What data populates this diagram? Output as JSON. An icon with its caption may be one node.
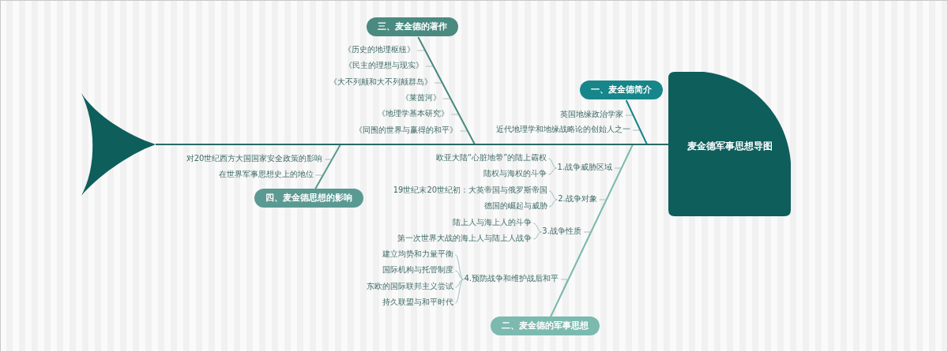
{
  "diagram": {
    "nodes": [
      {
        "text": [
          "麦金德军事思想导图"
        ]
      },
      {
        "text": [
          "一、麦金德简介"
        ]
      },
      {
        "text": [
          "英国地缘政治学家"
        ]
      },
      {
        "text": [
          "近代地理学和地缘战略论的创始人之一"
        ]
      },
      {
        "text": [
          "二、麦金德的军事思想"
        ]
      },
      {
        "text": [
          "1.战争威胁区域"
        ]
      },
      {
        "text": [
          "欧亚大陆“心脏地带”的陆上霸权"
        ]
      },
      {
        "text": [
          "陆权与海权的斗争"
        ]
      },
      {
        "text": [
          "2.战争对象"
        ]
      },
      {
        "text": [
          "19世纪末20世纪初：大英帝国与俄罗斯帝国"
        ]
      },
      {
        "text": [
          "德国的崛起与威胁"
        ]
      },
      {
        "text": [
          "3.战争性质"
        ]
      },
      {
        "text": [
          "陆上人与海上人的斗争"
        ]
      },
      {
        "text": [
          "第一次世界大战的海上人与陆上人战争"
        ]
      },
      {
        "text": [
          "4.预防战争和维护战后和平"
        ]
      },
      {
        "text": [
          "建立均势和力量平衡"
        ]
      },
      {
        "text": [
          "国际机构与托管制度"
        ]
      },
      {
        "text": [
          "东欧的国际联邦主义尝试"
        ]
      },
      {
        "text": [
          "持久联盟与和平时代"
        ]
      },
      {
        "text": [
          "三、麦金德的著作"
        ]
      },
      {
        "text": [
          "《历史的地理枢纽》"
        ]
      },
      {
        "text": [
          "《民主的理想与现实》"
        ]
      },
      {
        "text": [
          "《大不列颠和大不列颠群岛》"
        ]
      },
      {
        "text": [
          "《莱茵河》"
        ]
      },
      {
        "text": [
          "《地理学基本研究》"
        ]
      },
      {
        "text": [
          "《同围的世界与赢得的和平》"
        ]
      },
      {
        "text": [
          "四、麦金德思想的影响"
        ]
      },
      {
        "text": [
          "对20世纪西方大国国家安全政策的影响"
        ]
      },
      {
        "text": [
          "在世界军事思想史上的地位"
        ]
      },
      {
        "text": [],
        "shape": "picture"
      }
    ],
    "edges": [
      {
        "from": 2,
        "to": 1,
        "arrow": "none"
      },
      {
        "from": 3,
        "to": 1,
        "arrow": "none"
      },
      {
        "from": 20,
        "to": 19,
        "arrow": "none"
      },
      {
        "from": 21,
        "to": 19,
        "arrow": "none"
      },
      {
        "from": 22,
        "to": 19,
        "arrow": "none"
      },
      {
        "from": 23,
        "to": 19,
        "arrow": "none"
      },
      {
        "from": 24,
        "to": 19,
        "arrow": "none"
      },
      {
        "from": 25,
        "to": 19,
        "arrow": "none"
      },
      {
        "from": 27,
        "to": 26,
        "arrow": "none"
      },
      {
        "from": 28,
        "to": 26,
        "arrow": "none"
      },
      {
        "from": 5,
        "to": 4,
        "arrow": "none"
      },
      {
        "from": 8,
        "to": 4,
        "arrow": "none"
      },
      {
        "from": 11,
        "to": 4,
        "arrow": "none"
      },
      {
        "from": 14,
        "to": 4,
        "arrow": "none"
      },
      {
        "from": 5,
        "to": 6,
        "arrow": "none",
        "color": "#9cbfb8"
      },
      {
        "from": 5,
        "to": 7,
        "arrow": "none",
        "color": "#9cbfb8"
      },
      {
        "from": 8,
        "to": 9,
        "arrow": "none",
        "color": "#9cbfb8"
      },
      {
        "from": 8,
        "to": 10,
        "arrow": "none",
        "color": "#9cbfb8"
      },
      {
        "from": 11,
        "to": 12,
        "arrow": "none",
        "color": "#9cbfb8"
      },
      {
        "from": 11,
        "to": 13,
        "arrow": "none",
        "color": "#9cbfb8"
      },
      {
        "from": 14,
        "to": 15,
        "arrow": "none",
        "color": "#9cbfb8"
      },
      {
        "from": 14,
        "to": 16,
        "arrow": "none",
        "color": "#9cbfb8"
      },
      {
        "from": 14,
        "to": 17,
        "arrow": "none",
        "color": "#9cbfb8"
      },
      {
        "from": 14,
        "to": 18,
        "arrow": "none",
        "color": "#9cbfb8"
      },
      {
        "from": 1,
        "to": 0,
        "arrow": "none",
        "color": "#17868a"
      },
      {
        "from": 19,
        "to": 0,
        "arrow": "none",
        "color": "#4a8a80"
      },
      {
        "from": 26,
        "to": 0,
        "arrow": "none",
        "color": "#5b9a92"
      },
      {
        "from": 4,
        "to": 0,
        "arrow": "none",
        "color": "#7cbab0"
      },
      {
        "from": 29,
        "to": 0,
        "arrow": "none",
        "color": "#2a6a66"
      }
    ]
  }
}
